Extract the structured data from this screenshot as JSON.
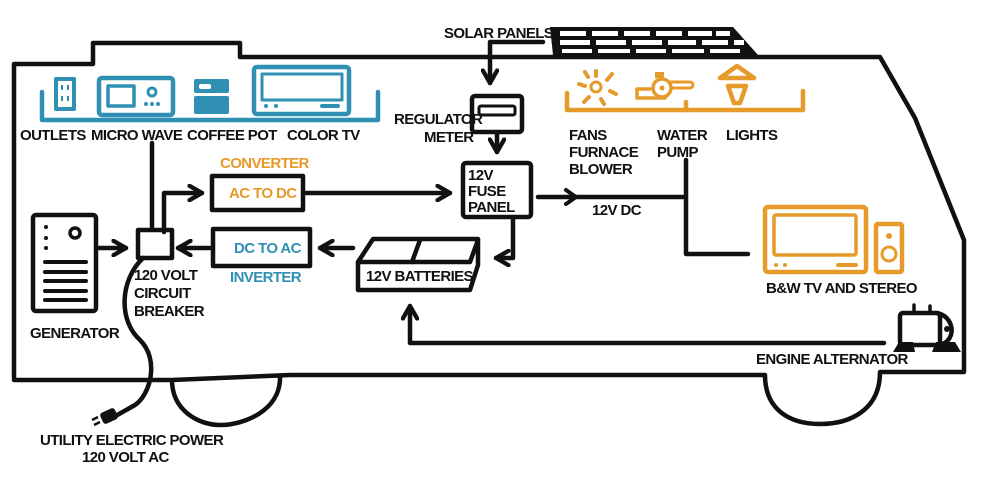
{
  "title": "RV Electrical System Diagram",
  "colors": {
    "line": "#111111",
    "ac_appliances": "#2f90b4",
    "dc_appliances": "#e59a2a",
    "background": "#ffffff"
  },
  "ac_appliances": {
    "outlets": "OUTLETS",
    "microwave": "MICRO WAVE",
    "coffee_pot": "COFFEE POT",
    "color_tv": "COLOR TV"
  },
  "dc_appliances": {
    "fans_line1": "FANS",
    "fans_line2": "FURNACE",
    "fans_line3": "BLOWER",
    "water_pump_line1": "WATER",
    "water_pump_line2": "PUMP",
    "lights": "LIGHTS",
    "bw_tv_stereo": "B&W TV AND STEREO"
  },
  "components": {
    "solar_panels": "SOLAR PANELS",
    "regulator_line1": "REGULATOR",
    "regulator_line2": "METER",
    "fuse_panel_line1": "12V",
    "fuse_panel_line2": "FUSE",
    "fuse_panel_line3": "PANEL",
    "dc_label": "12V DC",
    "converter_title": "CONVERTER",
    "converter_box": "AC TO DC",
    "inverter_box": "DC TO AC",
    "inverter_title": "INVERTER",
    "batteries": "12V BATTERIES",
    "generator": "GENERATOR",
    "breaker_line1": "120 VOLT",
    "breaker_line2": "CIRCUIT",
    "breaker_line3": "BREAKER",
    "alternator": "ENGINE ALTERNATOR",
    "utility_line1": "UTILITY ELECTRIC POWER",
    "utility_line2": "120 VOLT AC"
  }
}
